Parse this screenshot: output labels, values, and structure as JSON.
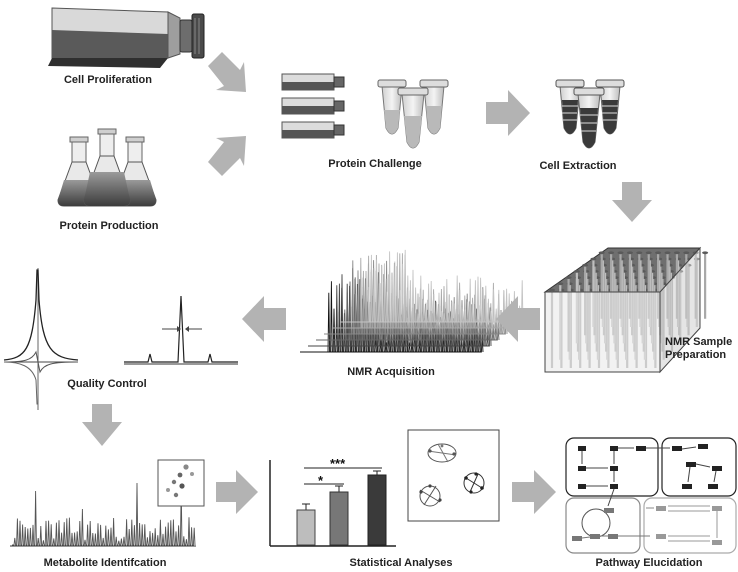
{
  "steps": {
    "cell_proliferation": "Cell Proliferation",
    "protein_production": "Protein Production",
    "protein_challenge": "Protein Challenge",
    "cell_extraction": "Cell Extraction",
    "nmr_sample_preparation_line1": "NMR Sample",
    "nmr_sample_preparation_line2": "Preparation",
    "nmr_acquisition": "NMR Acquisition",
    "quality_control": "Quality Control",
    "metabolite_identification": "Metabolite Identifcation",
    "statistical_analyses": "Statistical Analyses",
    "pathway_elucidation": "Pathway Elucidation"
  },
  "significance": {
    "triple": "***",
    "single": "*"
  },
  "colors": {
    "arrow": "#b3b3b3",
    "dark": "#333333",
    "mid": "#777777",
    "light": "#bdbdbd"
  }
}
